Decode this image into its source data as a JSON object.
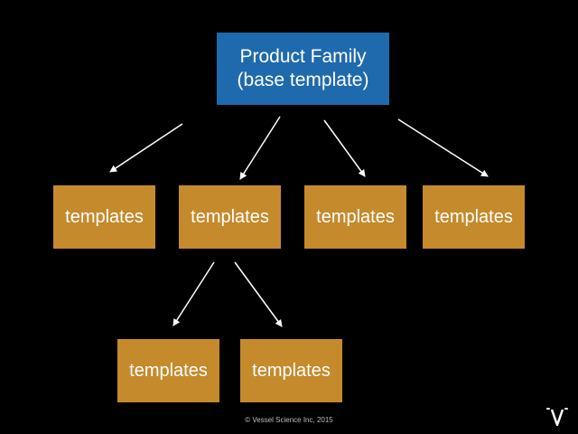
{
  "root": {
    "line1": "Product Family",
    "line2": "(base template)"
  },
  "level1": [
    {
      "label": "templates"
    },
    {
      "label": "templates"
    },
    {
      "label": "templates"
    },
    {
      "label": "templates"
    }
  ],
  "level2": [
    {
      "label": "templates"
    },
    {
      "label": "templates"
    }
  ],
  "footer": "© Vessel Science Inc, 2015",
  "colors": {
    "root": "#1f6aad",
    "child": "#c48a2c",
    "background": "#000000",
    "arrow": "#ffffff"
  },
  "logo_icon": "vessel-logo-icon"
}
